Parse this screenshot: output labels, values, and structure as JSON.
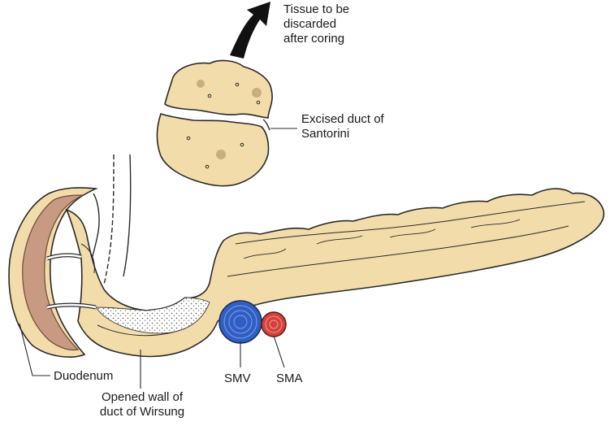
{
  "labels": {
    "tissue_discarded": [
      "Tissue to be",
      "discarded",
      "after coring"
    ],
    "excised_duct": [
      "Excised duct of",
      "Santorini"
    ],
    "duodenum": "Duodenum",
    "opened_wall": [
      "Opened wall of",
      "duct of Wirsung"
    ],
    "smv": "SMV",
    "sma": "SMA"
  },
  "colors": {
    "pancreas_fill": "#f2dcaa",
    "pancreas_stroke": "#2a2a2a",
    "duodenum_mucosa": "#c99a82",
    "smv_fill": "#2f5ec4",
    "sma_fill": "#d2423a",
    "arrow": "#111111"
  }
}
